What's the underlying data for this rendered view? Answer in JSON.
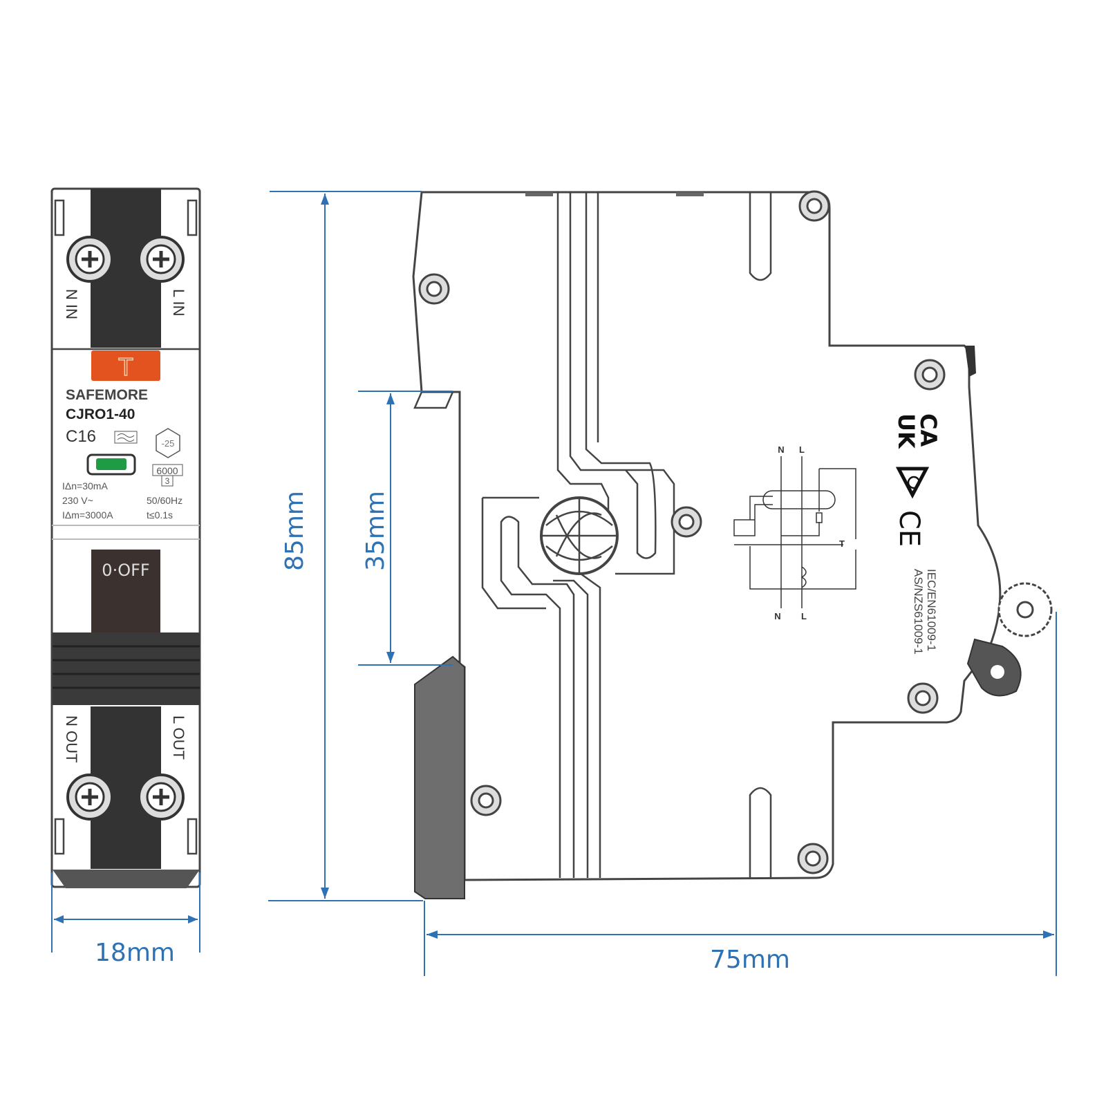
{
  "front_view": {
    "terminal_labels": {
      "n_in": "N IN",
      "l_in": "L IN",
      "n_out": "N OUT",
      "l_out": "L OUT"
    },
    "test_button": "T",
    "brand": "SAFEMORE",
    "model": "CJRO1-40",
    "rating": "C16",
    "temp_rating": "-25",
    "breaking_capacity": "6000",
    "energy_class": "3",
    "residual_current": "IΔn=30mA",
    "voltage": "230 V~",
    "frequency": "50/60Hz",
    "rated_current": "IΔm=3000A",
    "trip_time": "t≤0.1s",
    "handle_label": "0·OFF",
    "indicator_color": "#1f9a45",
    "test_button_color": "#e2531f"
  },
  "side_view": {
    "schematic_labels": {
      "n_top": "N",
      "l_top": "L",
      "n_bottom": "N",
      "l_bottom": "L",
      "test": "T"
    },
    "marks": {
      "ukca_1": "UK",
      "ukca_2": "CA",
      "ce": "CE"
    },
    "standards": [
      "IEC/EN61009-1",
      "AS/NZS61009-1"
    ]
  },
  "dimensions": {
    "width_front": "18mm",
    "height": "85mm",
    "rail_height": "35mm",
    "depth": "75mm",
    "color": "#2f72b3"
  }
}
